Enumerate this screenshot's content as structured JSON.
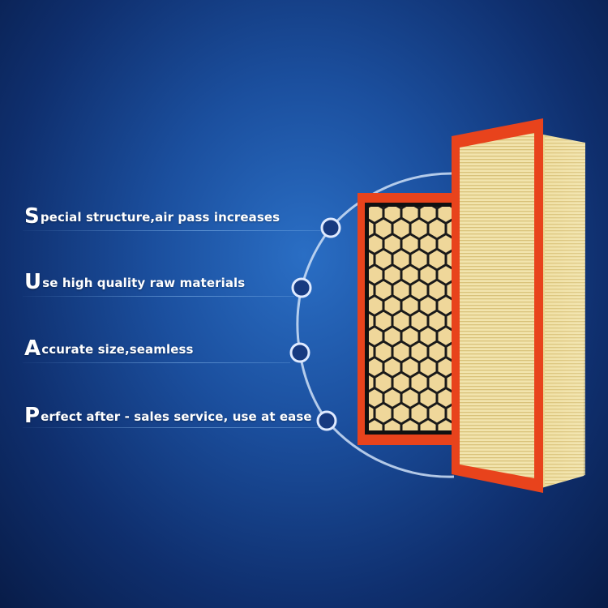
{
  "features": [
    {
      "initial": "S",
      "rest": "pecial structure,air pass increases"
    },
    {
      "initial": "U",
      "rest": "se high quality raw materials"
    },
    {
      "initial": "A",
      "rest": "ccurate size,seamless"
    },
    {
      "initial": "P",
      "rest": "erfect after - sales service, use at ease"
    }
  ],
  "colors": {
    "background": "#1b4f9e",
    "frame": "#e8431c",
    "filter_media": "#f1e2a8",
    "node_dot": "#173a80"
  },
  "icons": [
    "circle-node-icon",
    "honeycomb-grid-icon",
    "pleated-filter-icon"
  ]
}
